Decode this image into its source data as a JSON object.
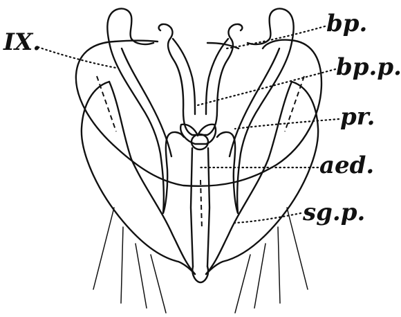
{
  "labels": {
    "ix": "IX.",
    "bp": "bp.",
    "bpp": "bp.p.",
    "pr": "pr.",
    "aed": "aed.",
    "sgp": "sg.p."
  }
}
